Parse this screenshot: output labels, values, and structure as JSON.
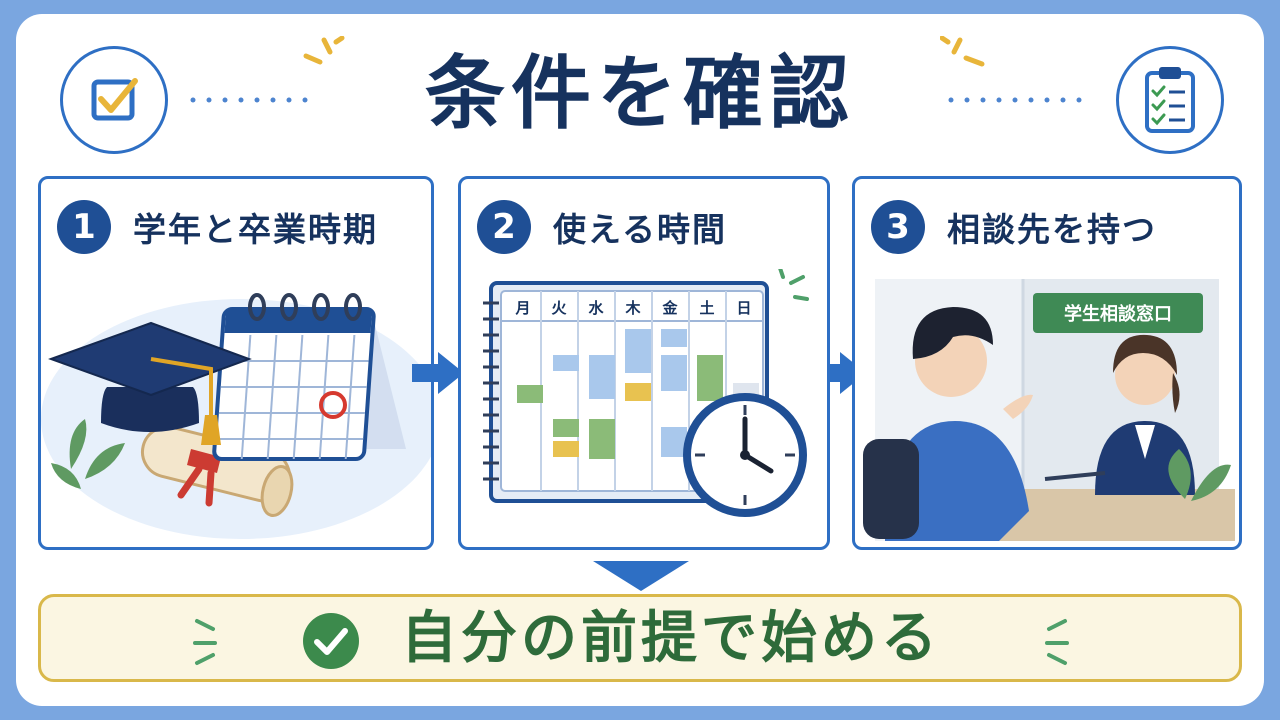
{
  "title": "条件を確認",
  "steps": [
    {
      "number": "1",
      "label": "学年と卒業時期"
    },
    {
      "number": "2",
      "label": "使える時間"
    },
    {
      "number": "3",
      "label": "相談先を持つ"
    }
  ],
  "weekdays": [
    "月",
    "火",
    "水",
    "木",
    "金",
    "土",
    "日"
  ],
  "desk_sign": "学生相談窓口",
  "conclusion": "自分の前提で始める",
  "colors": {
    "navy": "#16325e",
    "blue": "#2e6fc4",
    "green": "#2e6b3a",
    "gold": "#d9b84a"
  }
}
